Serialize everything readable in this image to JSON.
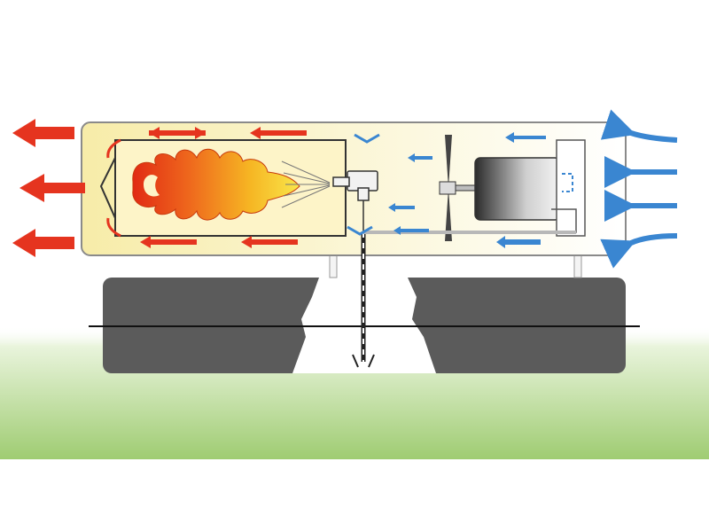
{
  "diagram": {
    "subject": "",
    "colors": {
      "hot_arrow": "#e5341f",
      "cold_arrow": "#3a86d1",
      "housing_stroke": "#7d7d7d",
      "tank": "#5b5b5b",
      "ground_top": "#e9f4dc",
      "ground_bottom": "#9fcc72",
      "flame_outer": "#f9e64a",
      "flame_inner": "#e12a14"
    },
    "icons": {
      "exhaust": "hot-air-arrow",
      "intake": "cold-air-arrow",
      "fan": "fan-icon",
      "motor": "motor-icon",
      "burner": "burner-nozzle-icon",
      "flame": "flame-icon",
      "tank": "fuel-tank-icon"
    },
    "flow": {
      "intake_arrows": 4,
      "exhaust_arrows": 3
    }
  }
}
